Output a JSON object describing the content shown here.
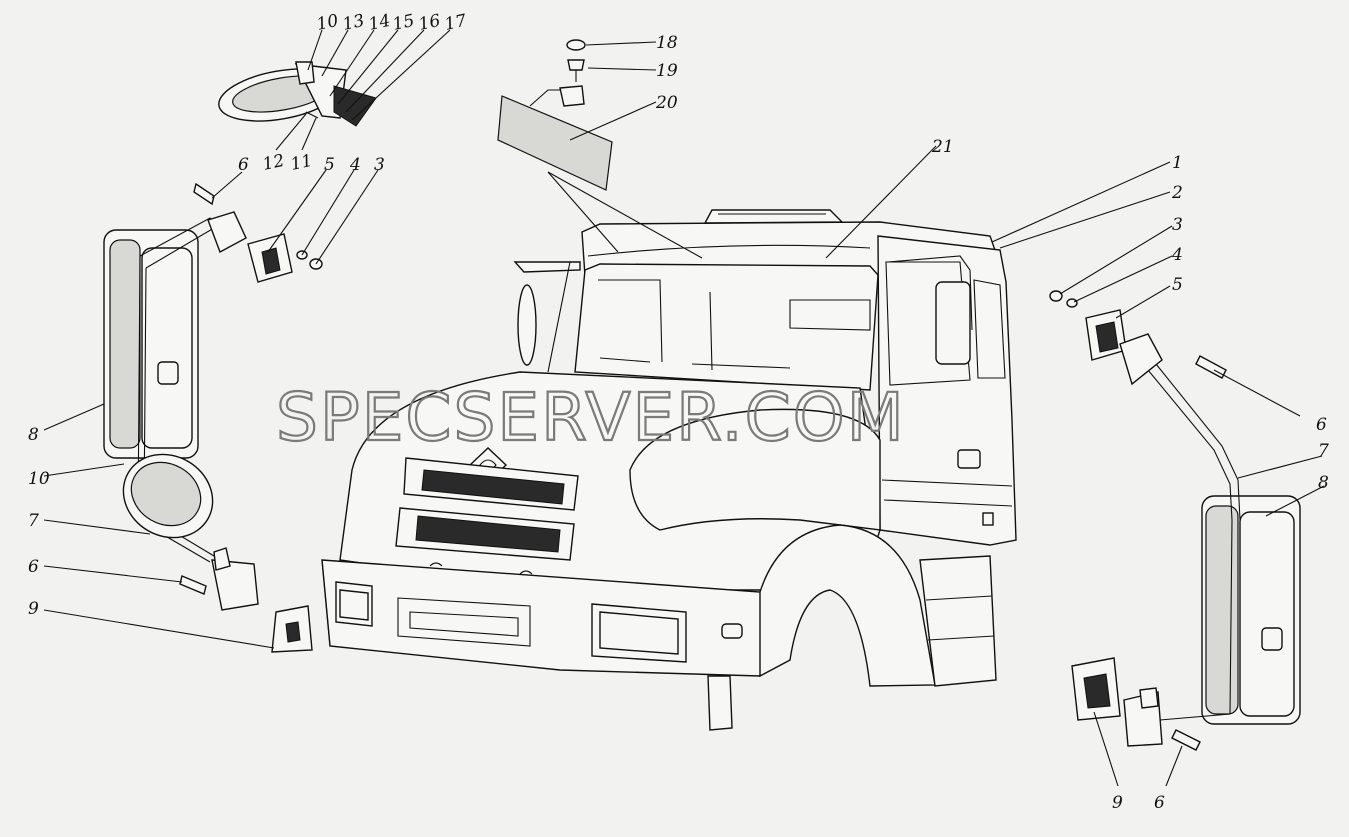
{
  "watermark": "SPECSERVER.COM",
  "callouts": [
    {
      "id": "c10a",
      "text": "10"
    },
    {
      "id": "c13",
      "text": "13"
    },
    {
      "id": "c14",
      "text": "14"
    },
    {
      "id": "c15",
      "text": "15"
    },
    {
      "id": "c16",
      "text": "16"
    },
    {
      "id": "c17",
      "text": "17"
    },
    {
      "id": "c12",
      "text": "12"
    },
    {
      "id": "c11",
      "text": "11"
    },
    {
      "id": "c6a",
      "text": "6"
    },
    {
      "id": "c5a",
      "text": "5"
    },
    {
      "id": "c4a",
      "text": "4"
    },
    {
      "id": "c3a",
      "text": "3"
    },
    {
      "id": "c8a",
      "text": "8"
    },
    {
      "id": "c10b",
      "text": "10"
    },
    {
      "id": "c7a",
      "text": "7"
    },
    {
      "id": "c6b",
      "text": "6"
    },
    {
      "id": "c9a",
      "text": "9"
    },
    {
      "id": "c18",
      "text": "18"
    },
    {
      "id": "c19",
      "text": "19"
    },
    {
      "id": "c20",
      "text": "20"
    },
    {
      "id": "c21",
      "text": "21"
    },
    {
      "id": "c1",
      "text": "1"
    },
    {
      "id": "c2",
      "text": "2"
    },
    {
      "id": "c3b",
      "text": "3"
    },
    {
      "id": "c4b",
      "text": "4"
    },
    {
      "id": "c5b",
      "text": "5"
    },
    {
      "id": "c6c",
      "text": "6"
    },
    {
      "id": "c7b",
      "text": "7"
    },
    {
      "id": "c8b",
      "text": "8"
    },
    {
      "id": "c9b",
      "text": "9"
    },
    {
      "id": "c6d",
      "text": "6"
    }
  ]
}
